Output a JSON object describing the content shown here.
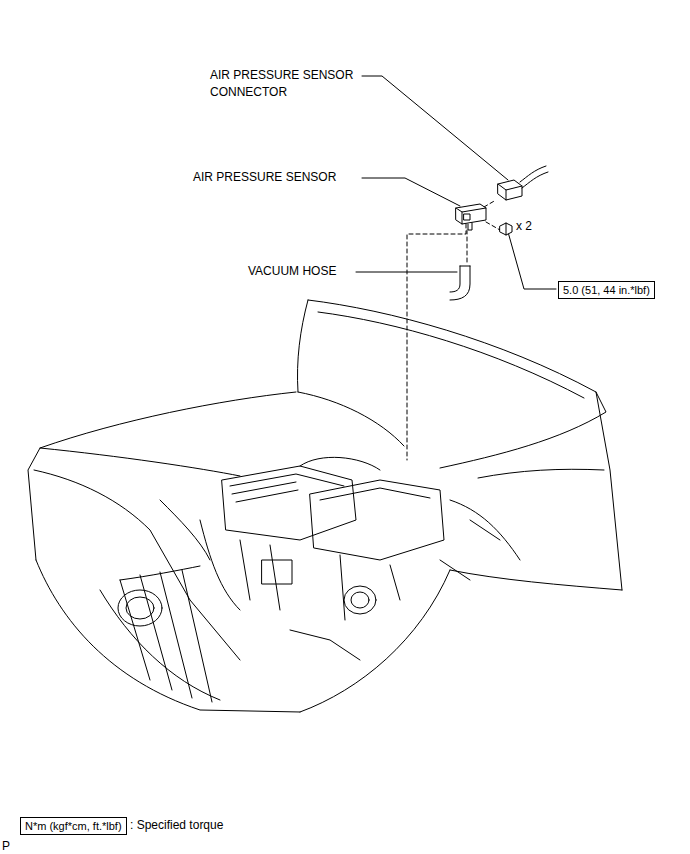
{
  "diagram": {
    "nodes": [
      {
        "text": [
          "5.0 (51, 44 in.*lbf)"
        ]
      },
      {
        "text": [
          "N*m (kgf*cm, ft.*lbf)"
        ]
      }
    ],
    "labels": [
      "AIR PRESSURE SENSOR CONNECTOR",
      "AIR PRESSURE SENSOR",
      "VACUUM HOSE",
      "x 2",
      ": Specified torque",
      "P"
    ]
  }
}
